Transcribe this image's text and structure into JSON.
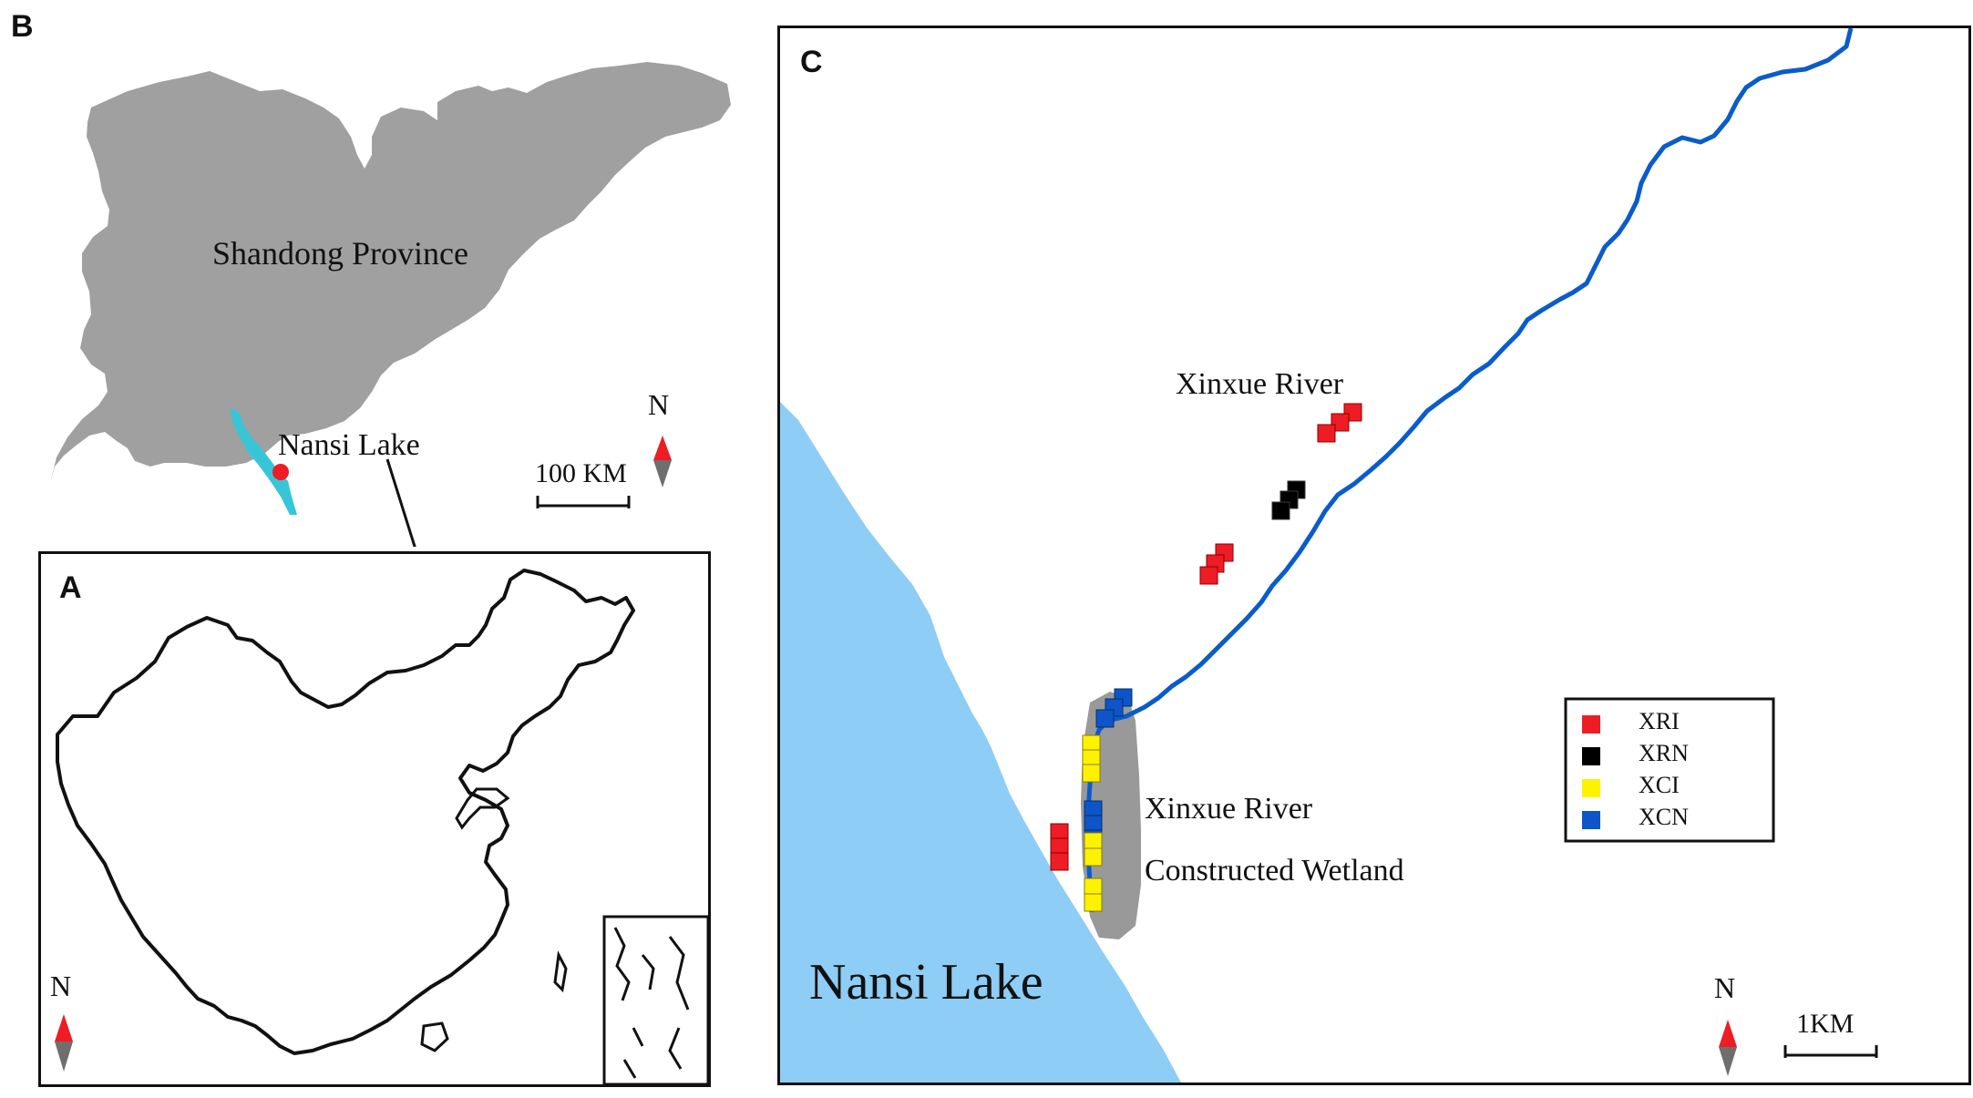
{
  "panels": {
    "b": {
      "letter": "B",
      "province_label": "Shandong Province",
      "lake_label": "Nansi Lake",
      "scale_label": "100 KM",
      "north_label": "N"
    },
    "a": {
      "letter": "A",
      "north_label": "N"
    },
    "c": {
      "letter": "C",
      "river_label": "Xinxue River",
      "wetland_label_line1": "Xinxue River",
      "wetland_label_line2": "Constructed Wetland",
      "lake_label": "Nansi Lake",
      "scale_label": "1KM",
      "north_label": "N",
      "legend": [
        {
          "code": "XRI",
          "color": "#ee1c24"
        },
        {
          "code": "XRN",
          "color": "#000000"
        },
        {
          "code": "XCI",
          "color": "#fff200"
        },
        {
          "code": "XCN",
          "color": "#0d55c8"
        }
      ]
    }
  },
  "colors": {
    "province_fill": "#a0a0a0",
    "lake_fill": "#8ecdf5",
    "lake_small": "#36c6d8",
    "river": "#0a5ccc",
    "wetland_fill": "#999999",
    "north_up": "#ee1c24",
    "north_down": "#6e6e6e",
    "site_marker": "#ee1c24"
  }
}
